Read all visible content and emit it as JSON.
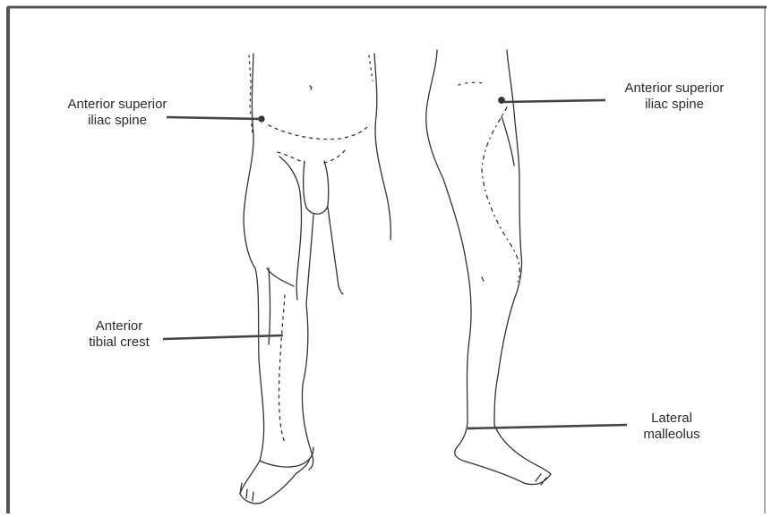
{
  "labels": {
    "asis_left": [
      "Anterior superior",
      "iliac spine"
    ],
    "asis_right": [
      "Anterior superior",
      "iliac spine"
    ],
    "tibial_crest": [
      "Anterior",
      "tibial crest"
    ],
    "lateral_malleolus": [
      "Lateral",
      "malleolus"
    ]
  },
  "colors": {
    "line": "#333333",
    "frame": "#555555",
    "leader": "#444444"
  }
}
